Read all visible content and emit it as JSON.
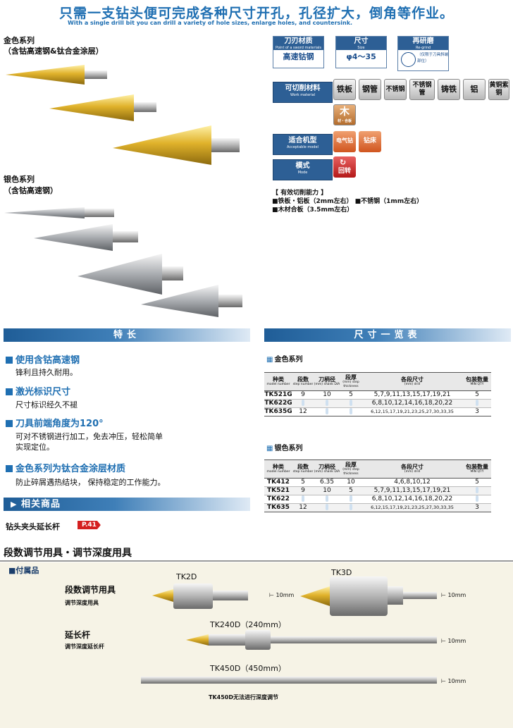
{
  "header": {
    "title": "只需一支钻头便可完成各种尺寸开孔，孔径扩大，倒角等作业。",
    "subtitle": "With a single drill bit you can drill a variety of hole sizes, enlarge holes, and countersink."
  },
  "gold_series": {
    "title": "金色系列",
    "note": "（含钴高速钢&钛合金涂层）"
  },
  "silver_series": {
    "title": "银色系列",
    "note": "（含钴高速钢）"
  },
  "specs": {
    "material": {
      "label": "刀刃材质",
      "sub": "Point of a sword materials",
      "value": "高速钴钢"
    },
    "size": {
      "label": "尺寸",
      "sub": "Size",
      "value": "φ4～35"
    },
    "regrind": {
      "label": "再研磨",
      "sub": "Re-grind",
      "note": "（仅限于刀具斜端部位）"
    }
  },
  "work_material": {
    "label": "可切削材料",
    "sub": "Work material",
    "items": [
      "铁板",
      "钢管",
      "不锈钢",
      "不锈钢管",
      "铸铁",
      "铝",
      "黄铜紫铜",
      "木"
    ],
    "wood_note": "材・合板"
  },
  "machine": {
    "label": "适合机型",
    "sub": "Acceptable model",
    "items": [
      "电气钻",
      "钻床"
    ]
  },
  "mode": {
    "label": "模式",
    "sub": "Mode",
    "item": "回转"
  },
  "capability": {
    "title": "【 有效切削能力 】",
    "line1": "■铁板・铝板（2mm左右）  ■不锈钢（1mm左右）",
    "line2": "■木材合板（3.5mm左右）"
  },
  "features": {
    "bar": "特长",
    "items": [
      {
        "title": "使用含钴高速钢",
        "text": "锋利且持久耐用。"
      },
      {
        "title": "激光标识尺寸",
        "text": "尺寸标识经久不褪"
      },
      {
        "title": "刀具前端角度为120°",
        "text": "可对不锈钢进行加工，免去冲压，轻松简单",
        "text2": "实现定位。"
      },
      {
        "title": "金色系列为钛合金涂层材质",
        "text": "防止碎屑遇热结块， 保持稳定的工作能力。"
      }
    ],
    "related_bar": "相关商品",
    "related_item": "钻头夹头延长杆",
    "related_page": "P.41"
  },
  "size_list": {
    "bar": "尺寸一览表",
    "headers": [
      {
        "t": "种类",
        "s": "model number"
      },
      {
        "t": "段数",
        "s": "step number"
      },
      {
        "t": "刀柄径",
        "s": "(mm) shank DIA"
      },
      {
        "t": "段厚",
        "s": "(mm) step thickness"
      },
      {
        "t": "各段尺寸",
        "s": "(mm) drill"
      },
      {
        "t": "包装数量",
        "s": "MIN QTY"
      }
    ],
    "gold_title": "金色系列",
    "gold_rows": [
      {
        "model": "TK521G",
        "steps": "9",
        "shank": "10",
        "thick": "5",
        "sizes": "5,7,9,11,13,15,17,19,21",
        "qty": "5"
      },
      {
        "model": "TK622G",
        "steps": "",
        "shank": "",
        "thick": "",
        "sizes": "6,8,10,12,14,16,18,20,22",
        "qty": ""
      },
      {
        "model": "TK635G",
        "steps": "12",
        "shank": "",
        "thick": "",
        "sizes": "6,12,15,17,19,21,23,25,27,30,33,35",
        "qty": "3"
      }
    ],
    "silver_title": "银色系列",
    "silver_rows": [
      {
        "model": "TK412",
        "steps": "5",
        "shank": "6.35",
        "thick": "10",
        "sizes": "4,6,8,10,12",
        "qty": "5"
      },
      {
        "model": "TK521",
        "steps": "9",
        "shank": "10",
        "thick": "5",
        "sizes": "5,7,9,11,13,15,17,19,21",
        "qty": ""
      },
      {
        "model": "TK622",
        "steps": "",
        "shank": "",
        "thick": "",
        "sizes": "6,8,10,12,14,16,18,20,22",
        "qty": ""
      },
      {
        "model": "TK635",
        "steps": "12",
        "shank": "",
        "thick": "",
        "sizes": "6,12,15,17,19,21,23,25,27,30,33,35",
        "qty": "3"
      }
    ]
  },
  "accessories": {
    "title": "段数调节用具・调节深度用具",
    "sub": "■付属品",
    "g1_title": "段数调节用具",
    "g1_sub": "调节深度用具",
    "g2_title": "延长杆",
    "g2_sub": "调节深度延长杆",
    "tk2d": "TK2D",
    "tk3d": "TK3D",
    "tk240": "TK240D（240mm）",
    "tk450": "TK450D（450mm）",
    "dim": "10mm",
    "note": "TK450D无法进行深度调节"
  }
}
